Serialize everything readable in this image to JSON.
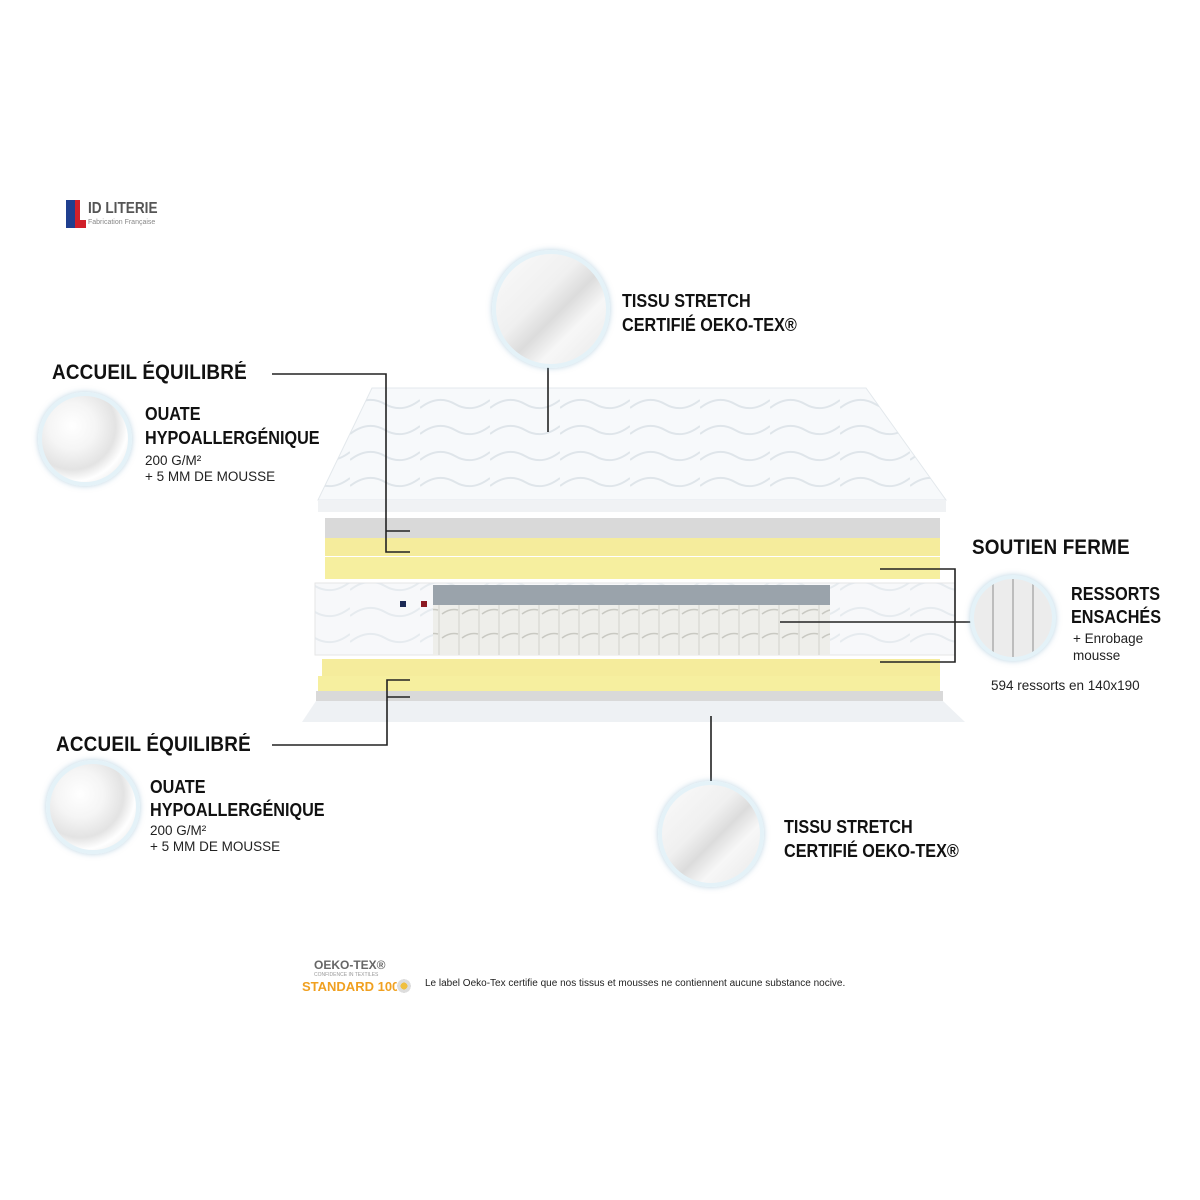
{
  "brand": {
    "name": "ID LITERIE",
    "tagline": "Fabrication Française",
    "flag_colors": [
      "#1f3f8f",
      "#ffffff",
      "#d0202a"
    ]
  },
  "callouts": {
    "top_fabric": {
      "title_line1": "TISSU STRETCH",
      "title_line2": "CERTIFIÉ OEKO-TEX®"
    },
    "comfort_top": {
      "heading": "ACCUEIL ÉQUILIBRÉ",
      "title_line1": "OUATE",
      "title_line2": "HYPOALLERGÉNIQUE",
      "detail_line1": "200 G/M²",
      "detail_line2": "+ 5 MM DE MOUSSE"
    },
    "support": {
      "heading": "SOUTIEN FERME",
      "title_line1": "RESSORTS",
      "title_line2": "ENSACHÉS",
      "detail_line1": "+ Enrobage",
      "detail_line2": "mousse",
      "spec": "594 ressorts en 140x190"
    },
    "comfort_bottom": {
      "heading": "ACCUEIL ÉQUILIBRÉ",
      "title_line1": "OUATE",
      "title_line2": "HYPOALLERGÉNIQUE",
      "detail_line1": "200 G/M²",
      "detail_line2": "+ 5 MM DE MOUSSE"
    },
    "bottom_fabric": {
      "title_line1": "TISSU STRETCH",
      "title_line2": "CERTIFIÉ OEKO-TEX®"
    }
  },
  "footer": {
    "label_name": "OEKO-TEX®",
    "label_sub": "CONFIDENCE IN TEXTILES",
    "label_standard": "STANDARD 100",
    "note": "Le label Oeko-Tex certifie que nos tissus et mousses ne contiennent aucune substance nocive."
  },
  "colors": {
    "foam_yellow": "#f5ec9c",
    "band_grey": "#9aa3ab",
    "standard_orange": "#f0a020"
  }
}
